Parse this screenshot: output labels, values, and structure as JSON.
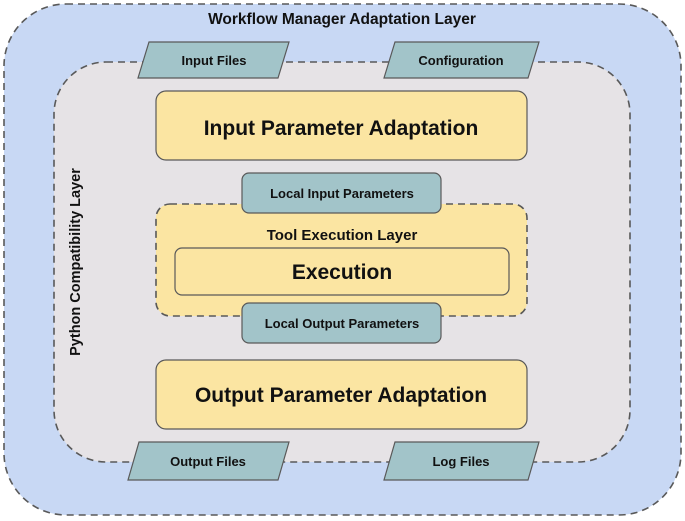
{
  "outer_layer": {
    "title": "Workflow Manager Adaptation Layer",
    "fill": "#c8d8f4"
  },
  "python_layer": {
    "title": "Python Compatibility Layer",
    "fill": "#e6e3e6"
  },
  "inputs": {
    "input_files": "Input Files",
    "configuration": "Configuration"
  },
  "input_adaptation": {
    "label": "Input Parameter Adaptation"
  },
  "local_input_params": {
    "label": "Local Input Parameters"
  },
  "tool_layer": {
    "title": "Tool Execution Layer"
  },
  "execution": {
    "label": "Execution"
  },
  "local_output_params": {
    "label": "Local Output Parameters"
  },
  "output_adaptation": {
    "label": "Output Parameter Adaptation"
  },
  "outputs": {
    "output_files": "Output Files",
    "log_files": "Log Files"
  },
  "colors": {
    "outer_fill": "#c8d8f4",
    "python_fill": "#e6e3e6",
    "yellow_fill": "#fbe5a2",
    "teal_fill": "#a2c4c9",
    "stroke": "#595959",
    "text": "#111111"
  }
}
